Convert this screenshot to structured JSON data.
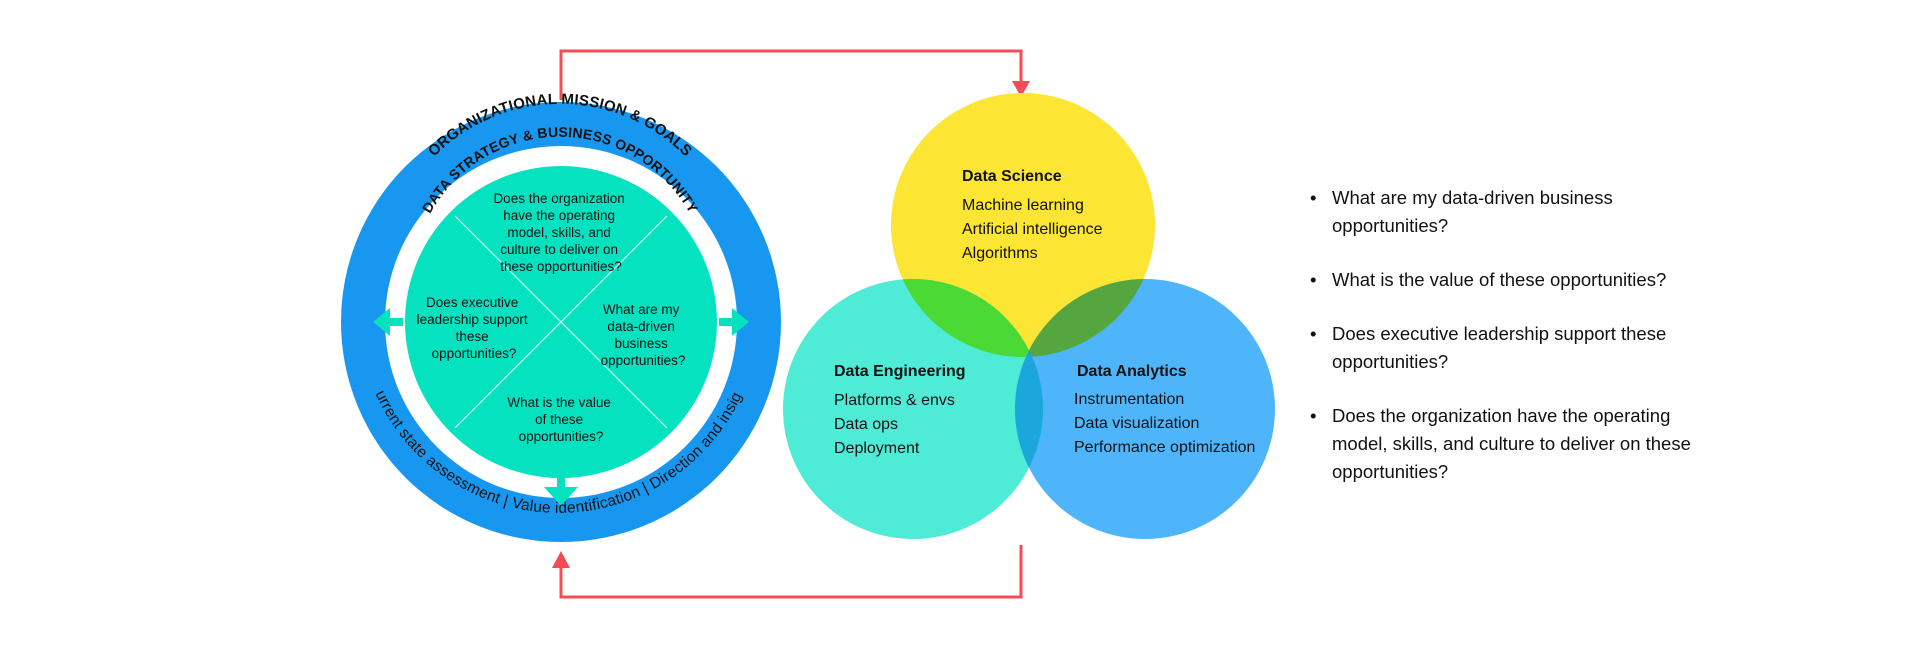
{
  "cycle": {
    "outer_ring_label": "ORGANIZATIONAL MISSION & GOALS",
    "inner_ring_label": "DATA STRATEGY & BUSINESS OPPORTUNITY",
    "bottom_ring_label": "Current state assessment | Value identification | Direction and insight",
    "quadrants": {
      "top": [
        "Does the organization",
        "have the operating",
        "model, skills, and",
        "culture to deliver on",
        "these opportunities?"
      ],
      "right": [
        "What are my",
        "data-driven",
        "business",
        "opportunities?"
      ],
      "bottom": [
        "What is the value",
        "of these",
        "opportunities?"
      ],
      "left": [
        "Does executive",
        "leadership support",
        "these",
        "opportunities?"
      ]
    }
  },
  "venn": {
    "data_science": {
      "title": "Data Science",
      "items": [
        "Machine learning",
        "Artificial intelligence",
        "Algorithms"
      ]
    },
    "data_engineering": {
      "title": "Data Engineering",
      "items": [
        "Platforms & envs",
        "Data ops",
        "Deployment"
      ]
    },
    "data_analytics": {
      "title": "Data Analytics",
      "items": [
        "Instrumentation",
        "Data visualization",
        "Performance optimization"
      ]
    }
  },
  "questions": [
    "What are my data-driven business opportunities?",
    "What is the value of these opportunities?",
    "Does executive leadership support these opportunities?",
    "Does the organization have the operating model, skills, and culture to deliver on these opportunities?"
  ],
  "colors": {
    "ring_blue": "#1797f0",
    "center_teal": "#05e2c0",
    "science_yellow": "#fde533",
    "engineering_teal": "#4eebd6",
    "analytics_blue": "#4fb5fb",
    "science_engineering_overlap": "#4bd935",
    "science_analytics_overlap": "#55a63e",
    "engineering_analytics_overlap": "#1ba7da",
    "arrow_red": "#f24c55"
  }
}
